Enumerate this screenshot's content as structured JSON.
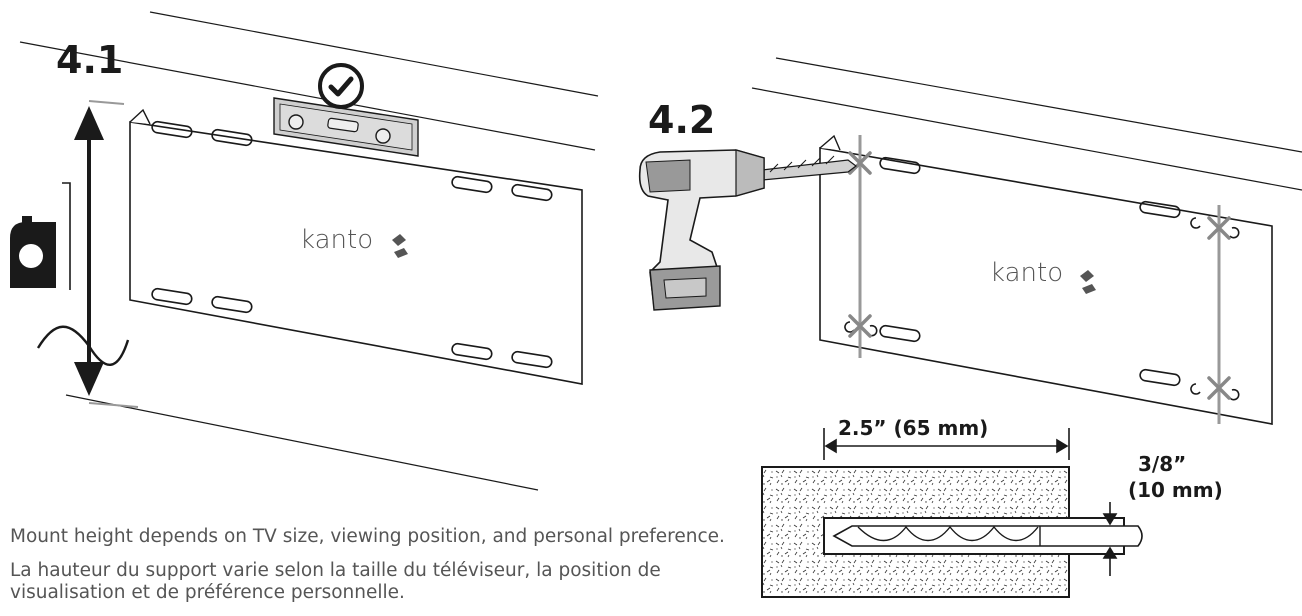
{
  "steps": {
    "first": "4.1",
    "second": "4.2"
  },
  "brand": {
    "wordmark": "kanto"
  },
  "dimensions": {
    "hole_depth": "2.5” (65 mm)",
    "bit_diameter_imperial": "3/8”",
    "bit_diameter_metric": "(10 mm)"
  },
  "caption": {
    "english": "Mount height depends on TV size, viewing position, and personal preference.",
    "french": "La hauteur du support varie selon la taille du téléviseur, la position de visualisation et de préférence personnelle."
  },
  "icons": {
    "check": "check-circle-icon",
    "level": "spirit-level-icon",
    "tape": "tape-measure-icon",
    "drill": "power-drill-icon",
    "mark": "drill-mark-icon"
  },
  "colors": {
    "ink": "#1a1a1a",
    "guide": "#999999",
    "caption": "#555555"
  }
}
